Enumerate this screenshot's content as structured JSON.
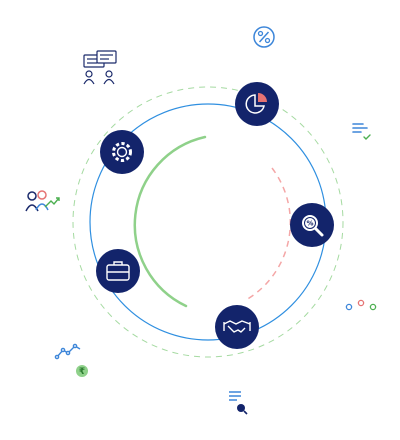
{
  "colors": {
    "navy": "#13246b",
    "blue_ring": "#2f8fe0",
    "green": "#8fd18a",
    "green_dark": "#4caf50",
    "pink": "#f4a6a6",
    "accent_red": "#e57373",
    "accent_blue": "#3d86d9",
    "icon_navy": "#1b2a6b"
  },
  "nodes": [
    {
      "name": "gear-node",
      "icon": "gear-icon"
    },
    {
      "name": "pie-chart-node",
      "icon": "pie-chart-icon"
    },
    {
      "name": "search-node",
      "icon": "magnifier-icon",
      "badge": "%"
    },
    {
      "name": "handshake-node",
      "icon": "handshake-icon"
    },
    {
      "name": "briefcase-node",
      "icon": "briefcase-icon"
    }
  ],
  "floating_icons": [
    {
      "name": "percent-icon",
      "glyph": "%"
    },
    {
      "name": "meeting-icon"
    },
    {
      "name": "list-check-icon"
    },
    {
      "name": "people-growth-icon"
    },
    {
      "name": "dots-icon"
    },
    {
      "name": "line-graph-icon"
    },
    {
      "name": "rupee-icon",
      "glyph": "₹"
    },
    {
      "name": "doc-search-icon"
    }
  ]
}
